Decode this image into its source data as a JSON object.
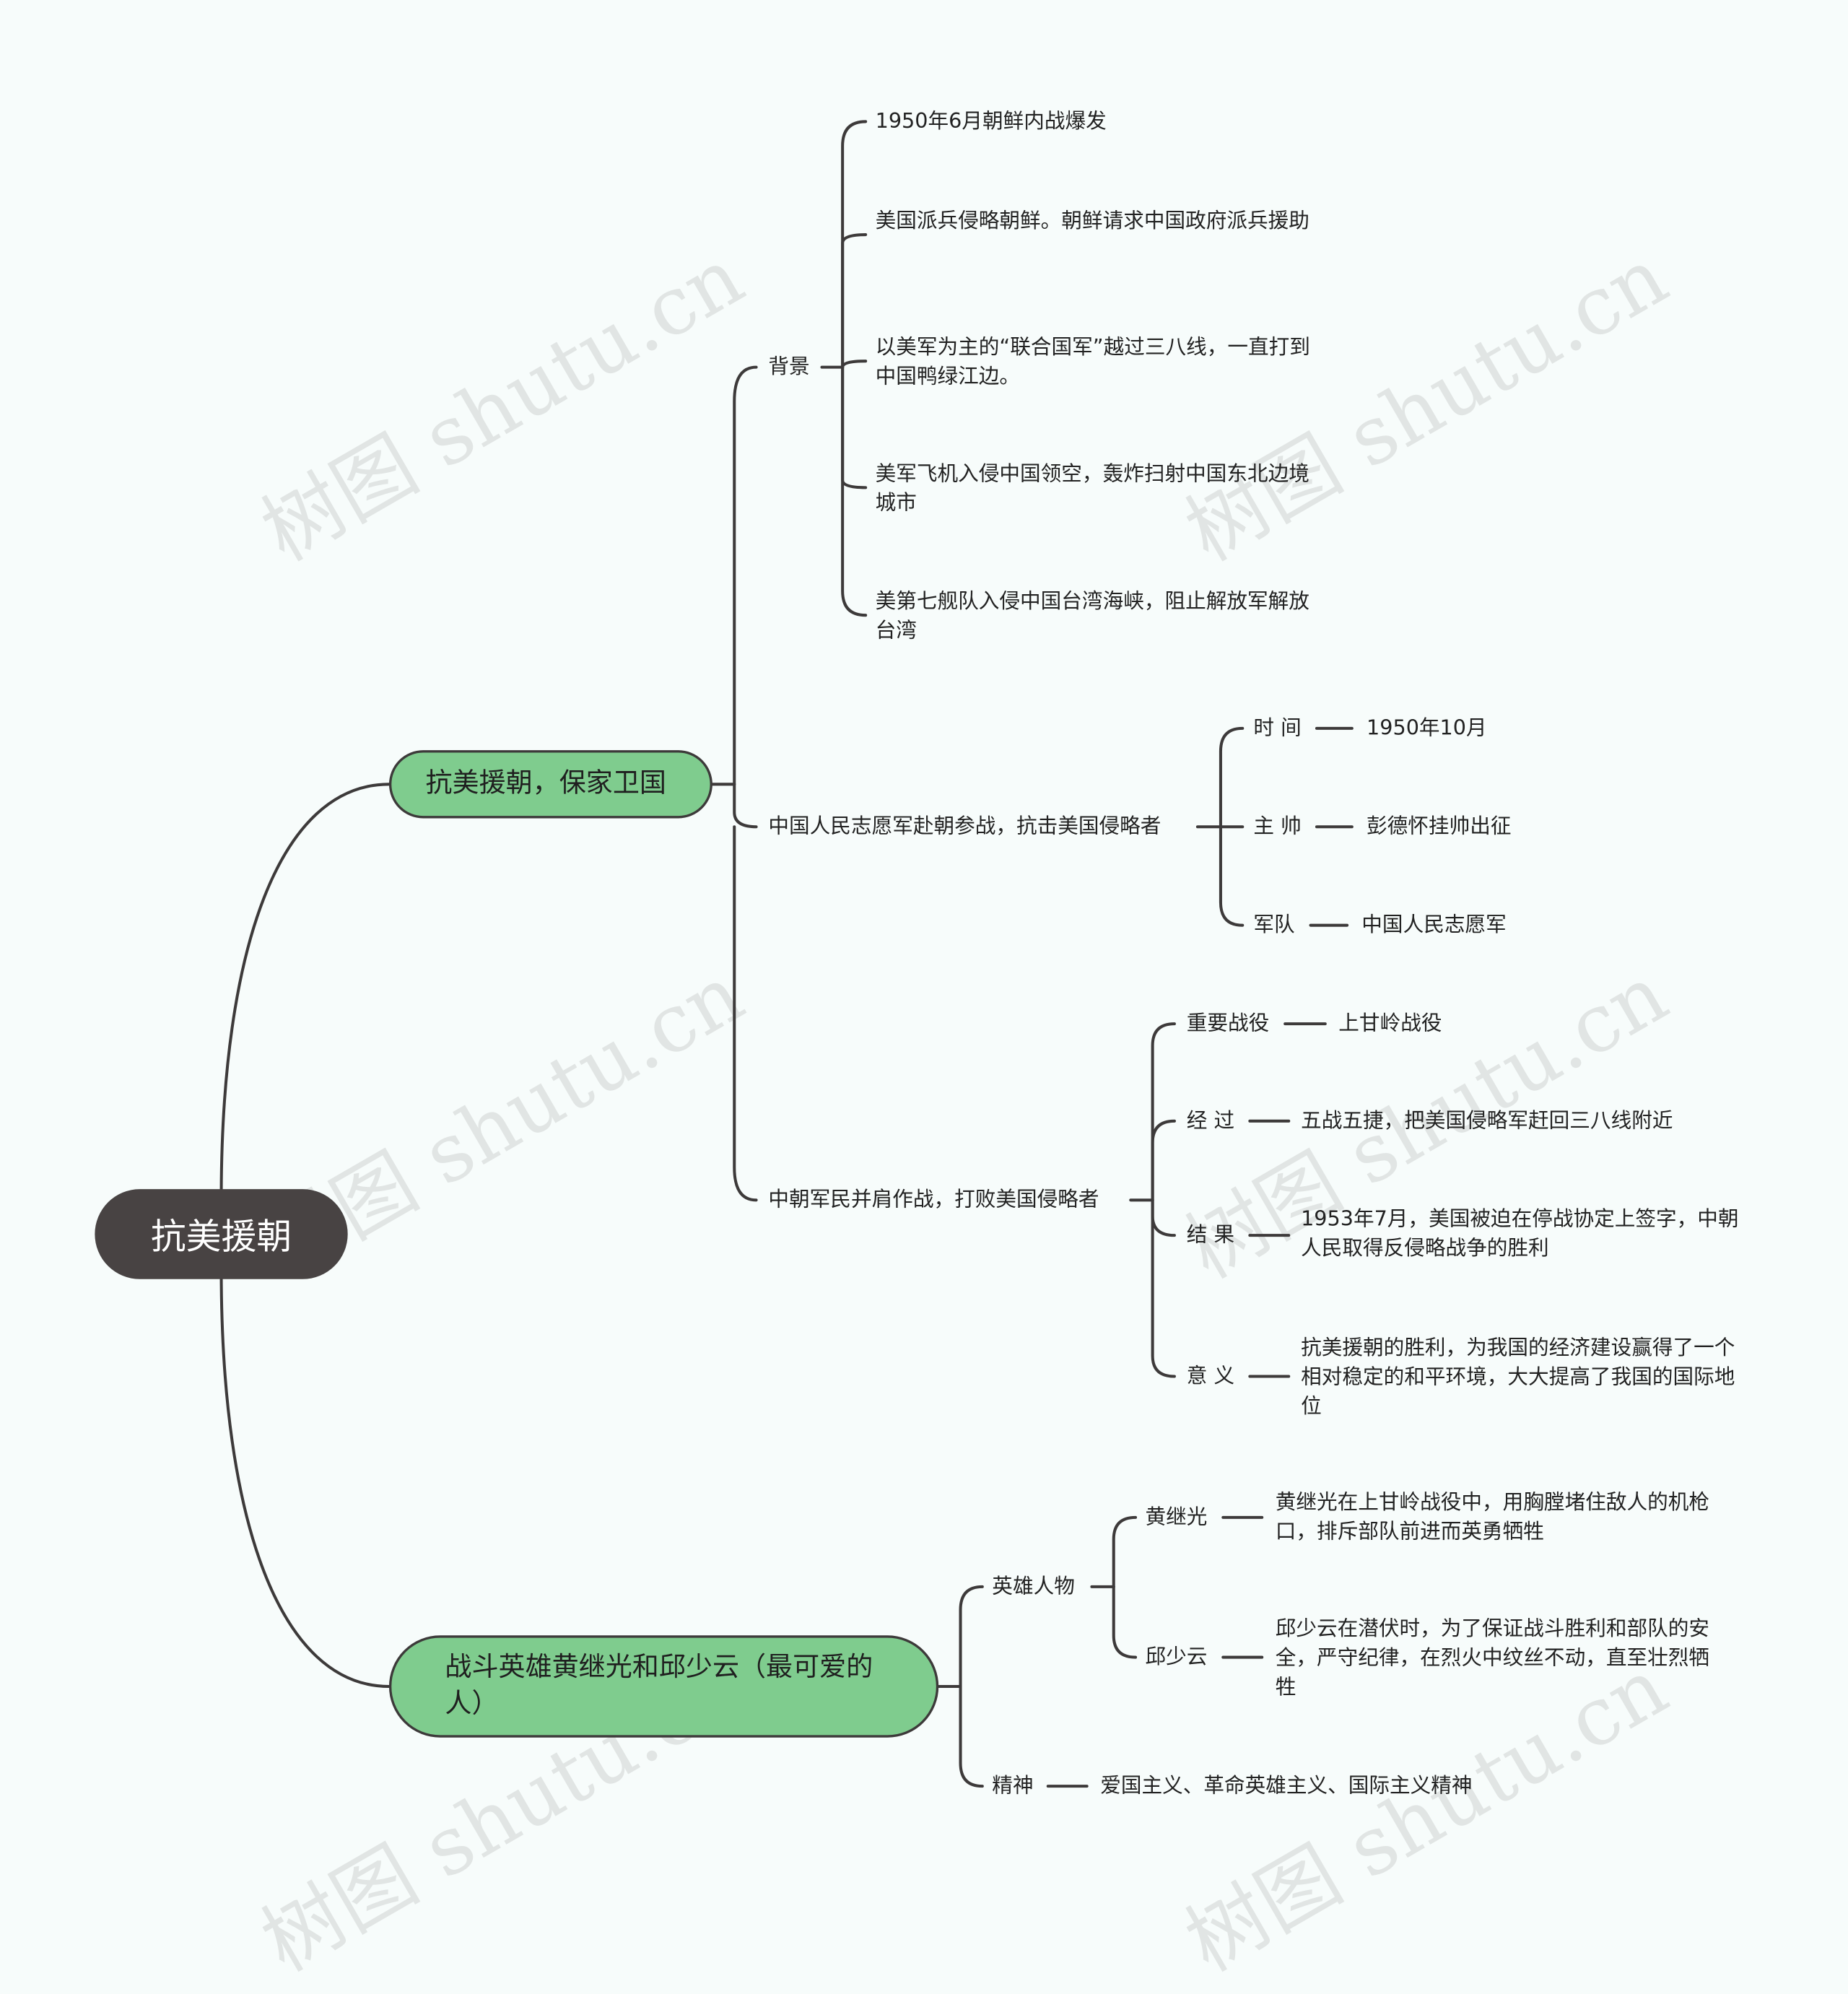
{
  "root": "抗美援朝",
  "watermark": "树图 shutu.cn",
  "colors": {
    "root_bg": "#484343",
    "topic_bg": "#7fcc8e",
    "line": "#3d3a3a",
    "page_bg": "#f7fcfb"
  },
  "topic1": {
    "label": "抗美援朝，保家卫国",
    "background": {
      "label": "背景",
      "items": [
        "1950年6月朝鲜内战爆发",
        "美国派兵侵略朝鲜。朝鲜请求中国政府派兵援助",
        "以美军为主的“联合国军”越过三八线，一直打到中国鸭绿江边。",
        "美军飞机入侵中国领空，轰炸扫射中国东北边境城市",
        "美第七舰队入侵中国台湾海峡，阻止解放军解放台湾"
      ]
    },
    "cpv": {
      "label": "中国人民志愿军赴朝参战，抗击美国侵略者",
      "time": {
        "label": "时 间",
        "value": "1950年10月"
      },
      "commander": {
        "label": "主 帅",
        "value": "彭德怀挂帅出征"
      },
      "army": {
        "label": "军队",
        "value": "中国人民志愿军"
      }
    },
    "fight": {
      "label": "中朝军民并肩作战，打败美国侵略者",
      "battle": {
        "label": "重要战役",
        "value": "上甘岭战役"
      },
      "process": {
        "label": "经 过",
        "value": "五战五捷，把美国侵略军赶回三八线附近"
      },
      "result": {
        "label": "结 果",
        "value": "1953年7月，美国被迫在停战协定上签字，中朝人民取得反侵略战争的胜利"
      },
      "meaning": {
        "label": "意 义",
        "value": "抗美援朝的胜利，为我国的经济建设赢得了一个相对稳定的和平环境，大大提高了我国的国际地位"
      }
    }
  },
  "topic2": {
    "label": "战斗英雄黄继光和邱少云（最可爱的人）",
    "heroes": {
      "label": "英雄人物",
      "huang": {
        "label": "黄继光",
        "value": "黄继光在上甘岭战役中，用胸膛堵住敌人的机枪口，排斥部队前进而英勇牺牲"
      },
      "qiu": {
        "label": "邱少云",
        "value": "邱少云在潜伏时，为了保证战斗胜利和部队的安全，严守纪律，在烈火中纹丝不动，直至壮烈牺牲"
      }
    },
    "spirit": {
      "label": "精神",
      "value": "爱国主义、革命英雄主义、国际主义精神"
    }
  }
}
